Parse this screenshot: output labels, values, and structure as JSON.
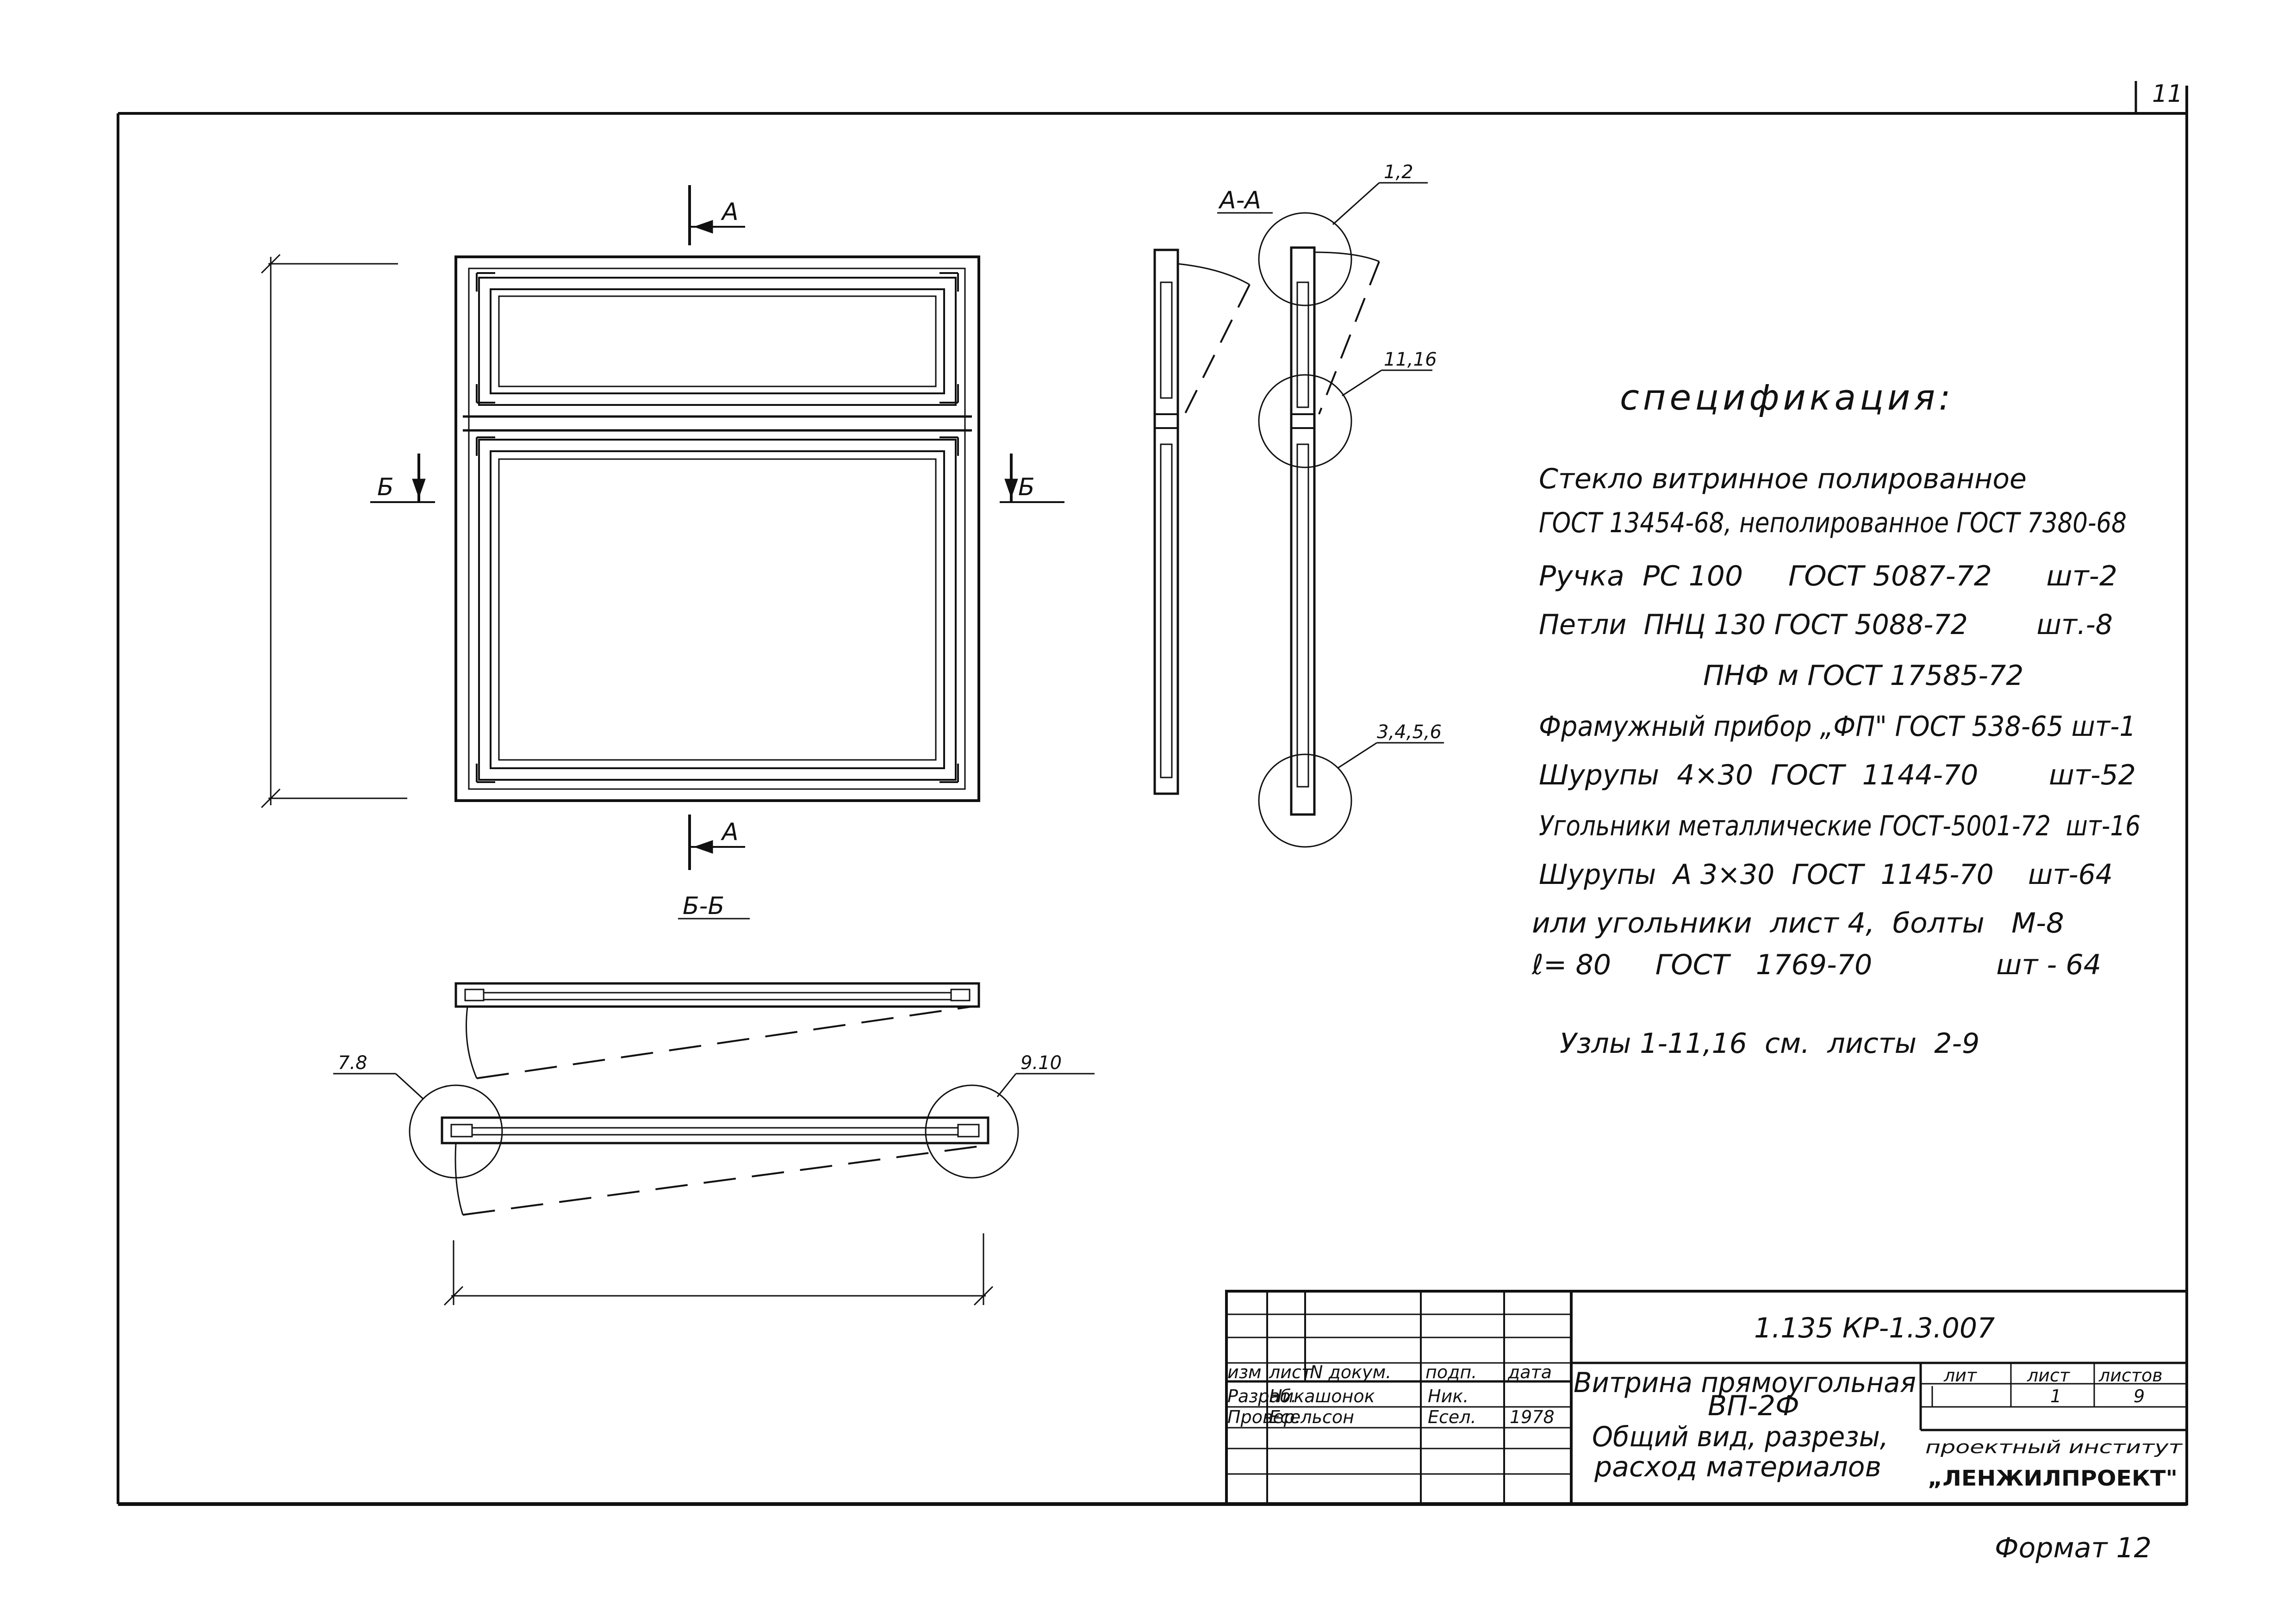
{
  "sheet_number": "11",
  "format_label": "Формат 12",
  "views": {
    "front": {
      "cut_a_top": "А",
      "cut_a_bottom": "А",
      "cut_b_left": "Б",
      "cut_b_right": "Б"
    },
    "section_aa": {
      "title": "А-А",
      "callout_top": "1,2",
      "callout_middle": "11,16",
      "callout_bottom": "3,4,5,6"
    },
    "section_bb": {
      "title": "Б-Б",
      "callout_left": "7.8",
      "callout_right": "9.10"
    }
  },
  "specification": {
    "heading": "спецификация:",
    "lines": [
      "Стекло витринное полированное",
      "ГОСТ 13454-68, неполированное ГОСТ 7380-68",
      "Ручка  РС 100     ГОСТ 5087-72      шт-2",
      "Петли  ПНЦ 130 ГОСТ 5088-72        шт.-8",
      "ПНФ м ГОСТ 17585-72",
      "Фрамужный прибор „ФП\" ГОСТ 538-65 шт-1",
      "Шурупы  4×30  ГОСТ  1144-70        шт-52",
      "Угольники металлические ГОСТ-5001-72  шт-16",
      "Шурупы  А 3×30  ГОСТ  1145-70    шт-64",
      "или угольники  лист 4,  болты   М-8",
      "ℓ= 80     ГОСТ   1769-70              шт - 64"
    ],
    "note": "Узлы 1-11,16  см.  листы  2-9"
  },
  "title_block": {
    "doc_code": "1.135 КР-1.3.007",
    "col_headers": [
      "изм",
      "лист",
      "N докум.",
      "подп.",
      "дата"
    ],
    "rows": [
      {
        "role": "Разраб.",
        "name": "Никашонок",
        "signature": "Ник.",
        "date": ""
      },
      {
        "role": "Провер.",
        "name": "Есельсон",
        "signature": "Есел.",
        "date": "1978"
      }
    ],
    "product_title_1": "Витрина прямоугольная",
    "product_title_2": "ВП-2Ф",
    "product_title_3": "Общий вид, разрезы,",
    "product_title_4": "расход материалов",
    "stage_header": "лит",
    "sheet_header": "лист",
    "sheets_header": "листов",
    "stage_value": "",
    "sheet_value": "1",
    "sheets_value": "9",
    "institute_line_1": "проектный институт",
    "institute_line_2": "„ЛЕНЖИЛПРОЕКТ\""
  }
}
